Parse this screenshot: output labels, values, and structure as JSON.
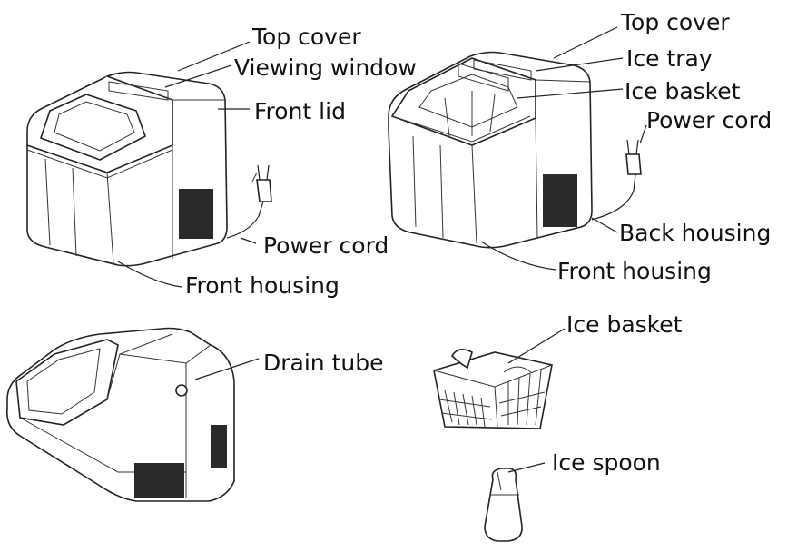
{
  "diagram": {
    "panel_a": {
      "labels": {
        "top_cover": "Top cover",
        "viewing_window": "Viewing window",
        "front_lid": "Front lid",
        "power_cord": "Power cord",
        "front_housing": "Front housing"
      }
    },
    "panel_b": {
      "labels": {
        "top_cover": "Top cover",
        "ice_tray": "Ice tray",
        "ice_basket": "Ice basket",
        "power_cord": "Power cord",
        "back_housing": "Back housing",
        "front_housing": "Front housing"
      }
    },
    "panel_c": {
      "labels": {
        "drain_tube": "Drain tube"
      }
    },
    "panel_d": {
      "labels": {
        "ice_basket": "Ice basket",
        "ice_spoon": "Ice spoon"
      }
    }
  }
}
